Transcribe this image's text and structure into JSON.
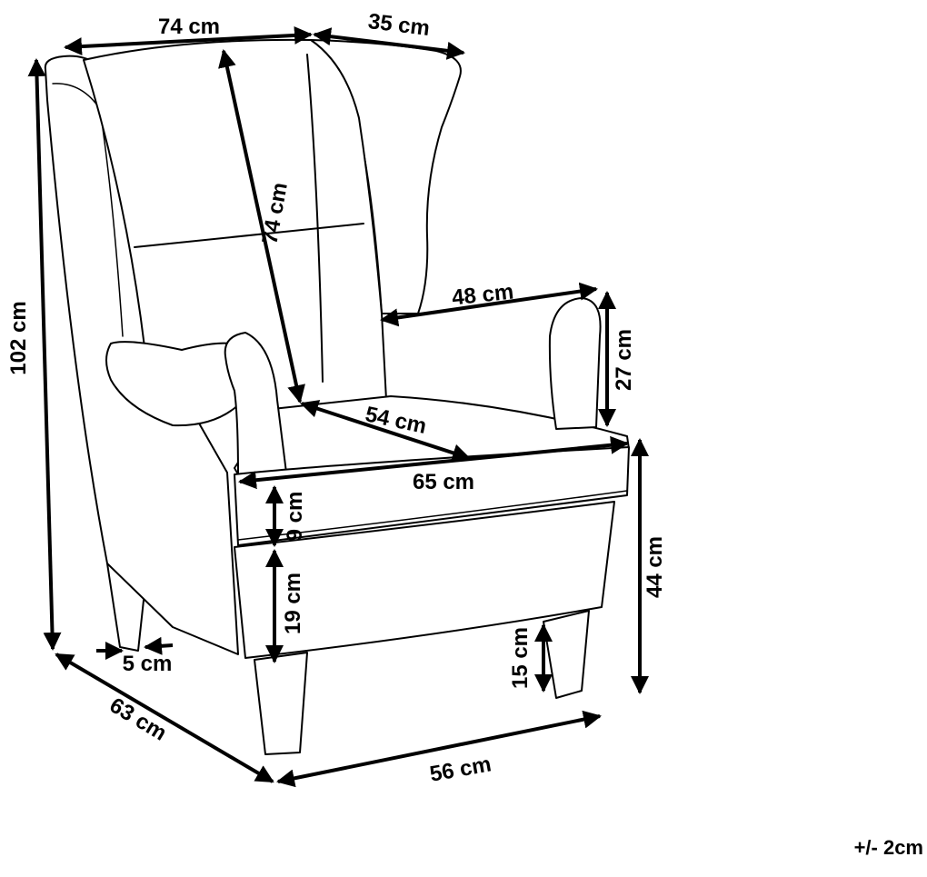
{
  "dimensions": {
    "width_total": "74 cm",
    "wing_depth": "35 cm",
    "backrest_height": "74 cm",
    "total_height": "102 cm",
    "armrest_length": "48 cm",
    "armrest_height": "27 cm",
    "seat_depth": "54 cm",
    "seat_width": "65 cm",
    "cushion_thickness": "9 cm",
    "front_panel_height": "19 cm",
    "seat_height": "44 cm",
    "leg_size": "5 cm",
    "leg_height": "15 cm",
    "total_depth": "63 cm",
    "base_width": "56 cm"
  },
  "tolerance": "+/- 2cm",
  "colors": {
    "line": "#000000",
    "background": "#ffffff"
  }
}
